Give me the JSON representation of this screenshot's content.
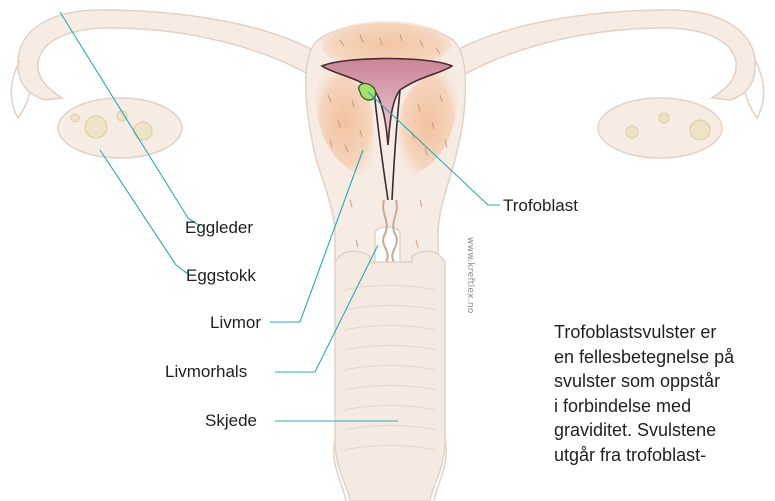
{
  "labels": {
    "eggleder": "Eggleder",
    "eggstokk": "Eggstokk",
    "livmor": "Livmor",
    "livmorhals": "Livmorhals",
    "skjede": "Skjede",
    "trofoblast": "Trofoblast"
  },
  "watermark": "www.kreftlex.no",
  "description_lines": [
    "Trofoblastsvulster er",
    "en fellesbetegnelse på",
    "svulster som oppstår",
    "i forbindelse med",
    "graviditet. Svulstene",
    "utgår fra trofoblast-"
  ],
  "colors": {
    "leader_line": "#2aa9b8",
    "tissue_fill": "#f7ece4",
    "tissue_outline": "#e6d6ca",
    "muscle_fill": "#f3c8a8",
    "cavity": "#b0687c",
    "trophoblast": "#a6e06a",
    "text": "#1f1f1f"
  }
}
